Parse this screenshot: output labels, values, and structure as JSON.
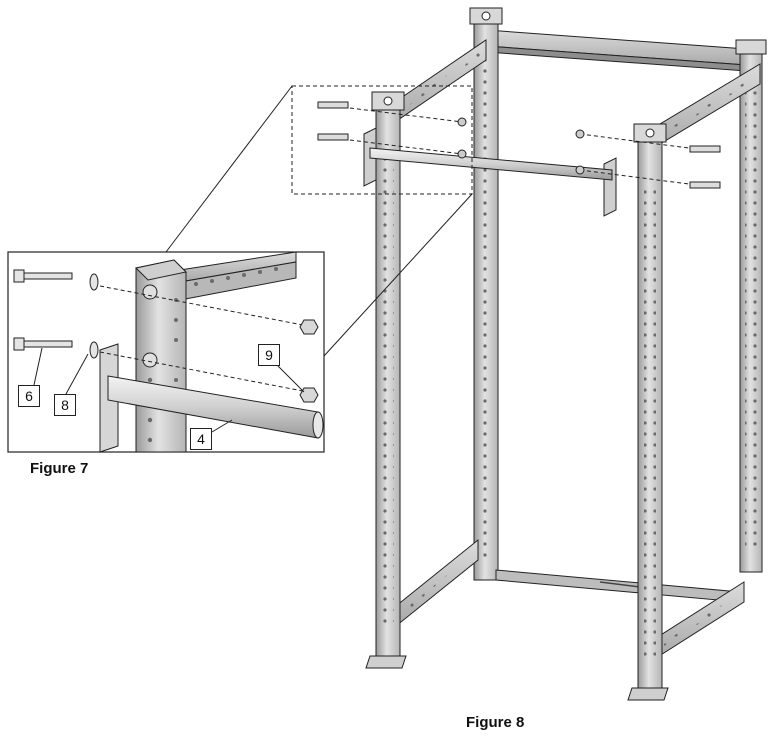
{
  "figures": {
    "detail_caption": "Figure 7",
    "main_caption": "Figure 8"
  },
  "callouts": {
    "bolt": "6",
    "washer": "8",
    "nut": "9",
    "pullup_bar": "4"
  },
  "colors": {
    "line": "#222222",
    "steel_light": "#e6e6e6",
    "steel_mid": "#c4c4c4",
    "steel_dark": "#8a8a8a",
    "hole": "#6a6a6a"
  }
}
